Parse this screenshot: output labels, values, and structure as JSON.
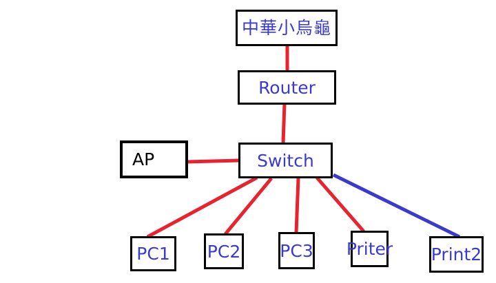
{
  "diagram": {
    "nodes": [
      {
        "id": "isp",
        "label": "中華小烏龜"
      },
      {
        "id": "router",
        "label": "Router"
      },
      {
        "id": "switch",
        "label": "Switch"
      },
      {
        "id": "ap",
        "label": "AP"
      },
      {
        "id": "pc1",
        "label": "PC1"
      },
      {
        "id": "pc2",
        "label": "PC2"
      },
      {
        "id": "pc3",
        "label": "PC3"
      },
      {
        "id": "priter",
        "label": "Priter"
      },
      {
        "id": "print2",
        "label": "Print2"
      }
    ],
    "edges": [
      {
        "from": "isp",
        "to": "router",
        "color": "#e8222e"
      },
      {
        "from": "router",
        "to": "switch",
        "color": "#e8222e"
      },
      {
        "from": "ap",
        "to": "switch",
        "color": "#e8222e"
      },
      {
        "from": "switch",
        "to": "pc1",
        "color": "#e8222e"
      },
      {
        "from": "switch",
        "to": "pc2",
        "color": "#e8222e"
      },
      {
        "from": "switch",
        "to": "pc3",
        "color": "#e8222e"
      },
      {
        "from": "switch",
        "to": "priter",
        "color": "#e8222e"
      },
      {
        "from": "switch",
        "to": "print2",
        "color": "#3a3ad0"
      }
    ]
  },
  "colors": {
    "label_blue": "#3a3ad0",
    "link_red": "#e8222e",
    "link_blue": "#3a3ad0",
    "border": "#000000"
  }
}
